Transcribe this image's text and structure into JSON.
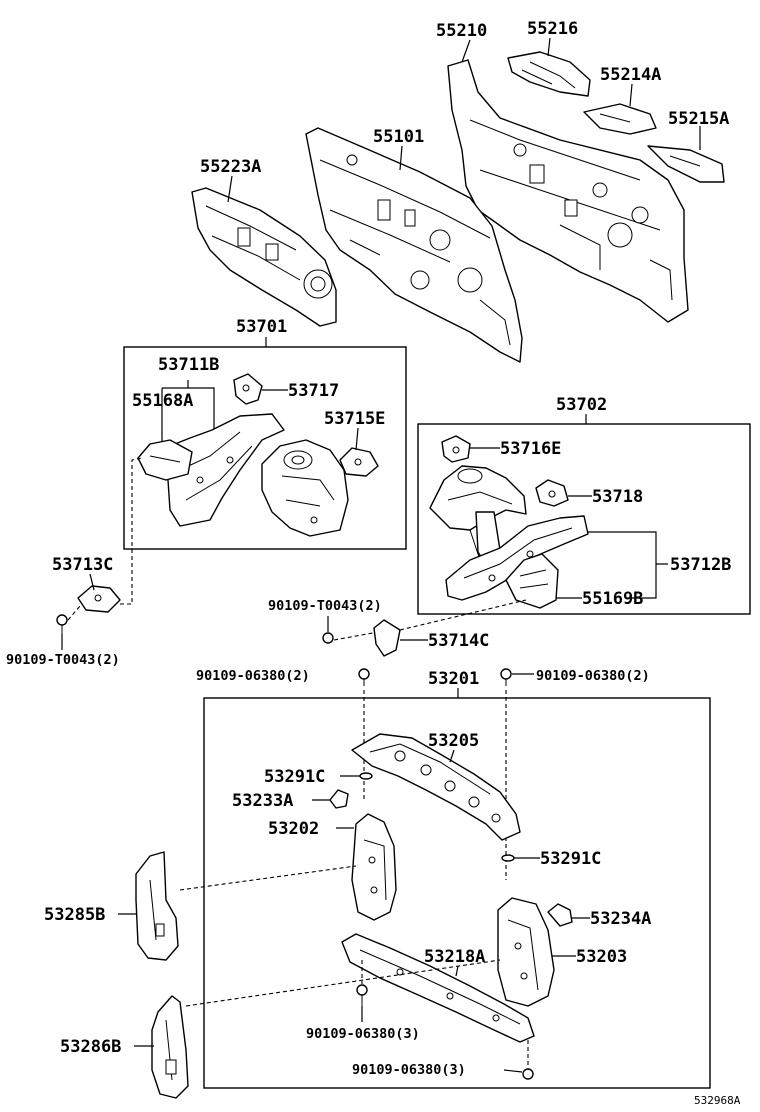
{
  "diagram": {
    "labels": {
      "p55210": "55210",
      "p55216": "55216",
      "p55214a": "55214A",
      "p55215a": "55215A",
      "p55101": "55101",
      "p55223a": "55223A",
      "p53701": "53701",
      "p53711b": "53711B",
      "p53717": "53717",
      "p55168a": "55168A",
      "p53715e": "53715E",
      "p53702": "53702",
      "p53716e": "53716E",
      "p53718": "53718",
      "p53712b": "53712B",
      "p55169b": "55169B",
      "p53713c": "53713C",
      "bolt_t0043_left": "90109-T0043(2)",
      "bolt_t0043_mid": "90109-T0043(2)",
      "p53714c": "53714C",
      "bolt_06380_left": "90109-06380(2)",
      "bolt_06380_right": "90109-06380(2)",
      "p53201": "53201",
      "p53205": "53205",
      "p53291c_top": "53291C",
      "p53233a": "53233A",
      "p53202": "53202",
      "p53291c_bottom": "53291C",
      "p53285b": "53285B",
      "p53234a": "53234A",
      "p53203": "53203",
      "p53218a": "53218A",
      "p53286b": "53286B",
      "bolt_06380_center": "90109-06380(3)",
      "bolt_06380_bottom": "90109-06380(3)",
      "figure_code": "532968A"
    }
  }
}
